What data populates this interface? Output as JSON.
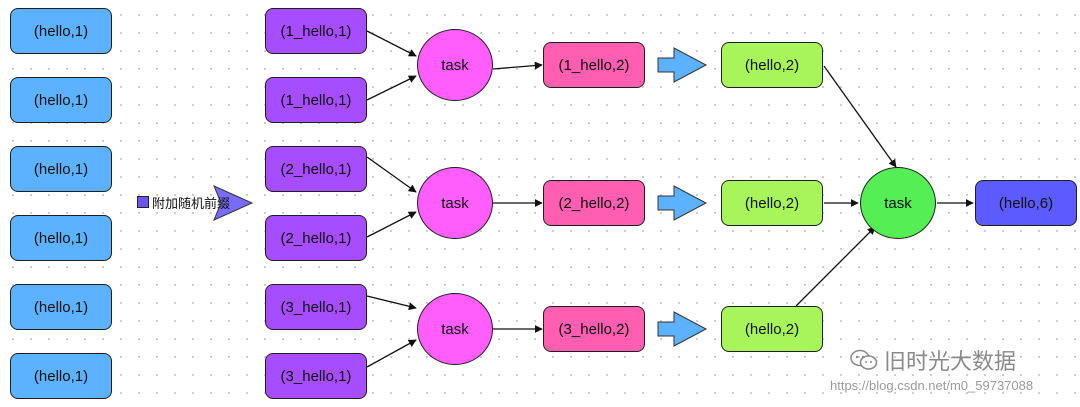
{
  "source_boxes": [
    "(hello,1)",
    "(hello,1)",
    "(hello,1)",
    "(hello,1)",
    "(hello,1)",
    "(hello,1)"
  ],
  "prefixed_boxes": [
    "(1_hello,1)",
    "(1_hello,1)",
    "(2_hello,1)",
    "(2_hello,1)",
    "(3_hello,1)",
    "(3_hello,1)"
  ],
  "prefix_label": "附加随机前缀",
  "stage1_tasks": [
    "task",
    "task",
    "task"
  ],
  "stage1_results": [
    "(1_hello,2)",
    "(2_hello,2)",
    "(3_hello,2)"
  ],
  "stripped_results": [
    "(hello,2)",
    "(hello,2)",
    "(hello,2)"
  ],
  "final_task": "task",
  "final_result": "(hello,6)",
  "watermark": {
    "brand": "旧时光大数据",
    "url": "https://blog.csdn.net/m0_59737088"
  },
  "colors": {
    "source": "#5db2ff",
    "prefixed": "#a64dff",
    "task_stage1": "#ff5efc",
    "stage1_result": "#ff5eb1",
    "stripped": "#a7f55a",
    "final_task": "#55ee55",
    "final_result": "#5b5bff",
    "block_arrow": "#5db2ff"
  }
}
